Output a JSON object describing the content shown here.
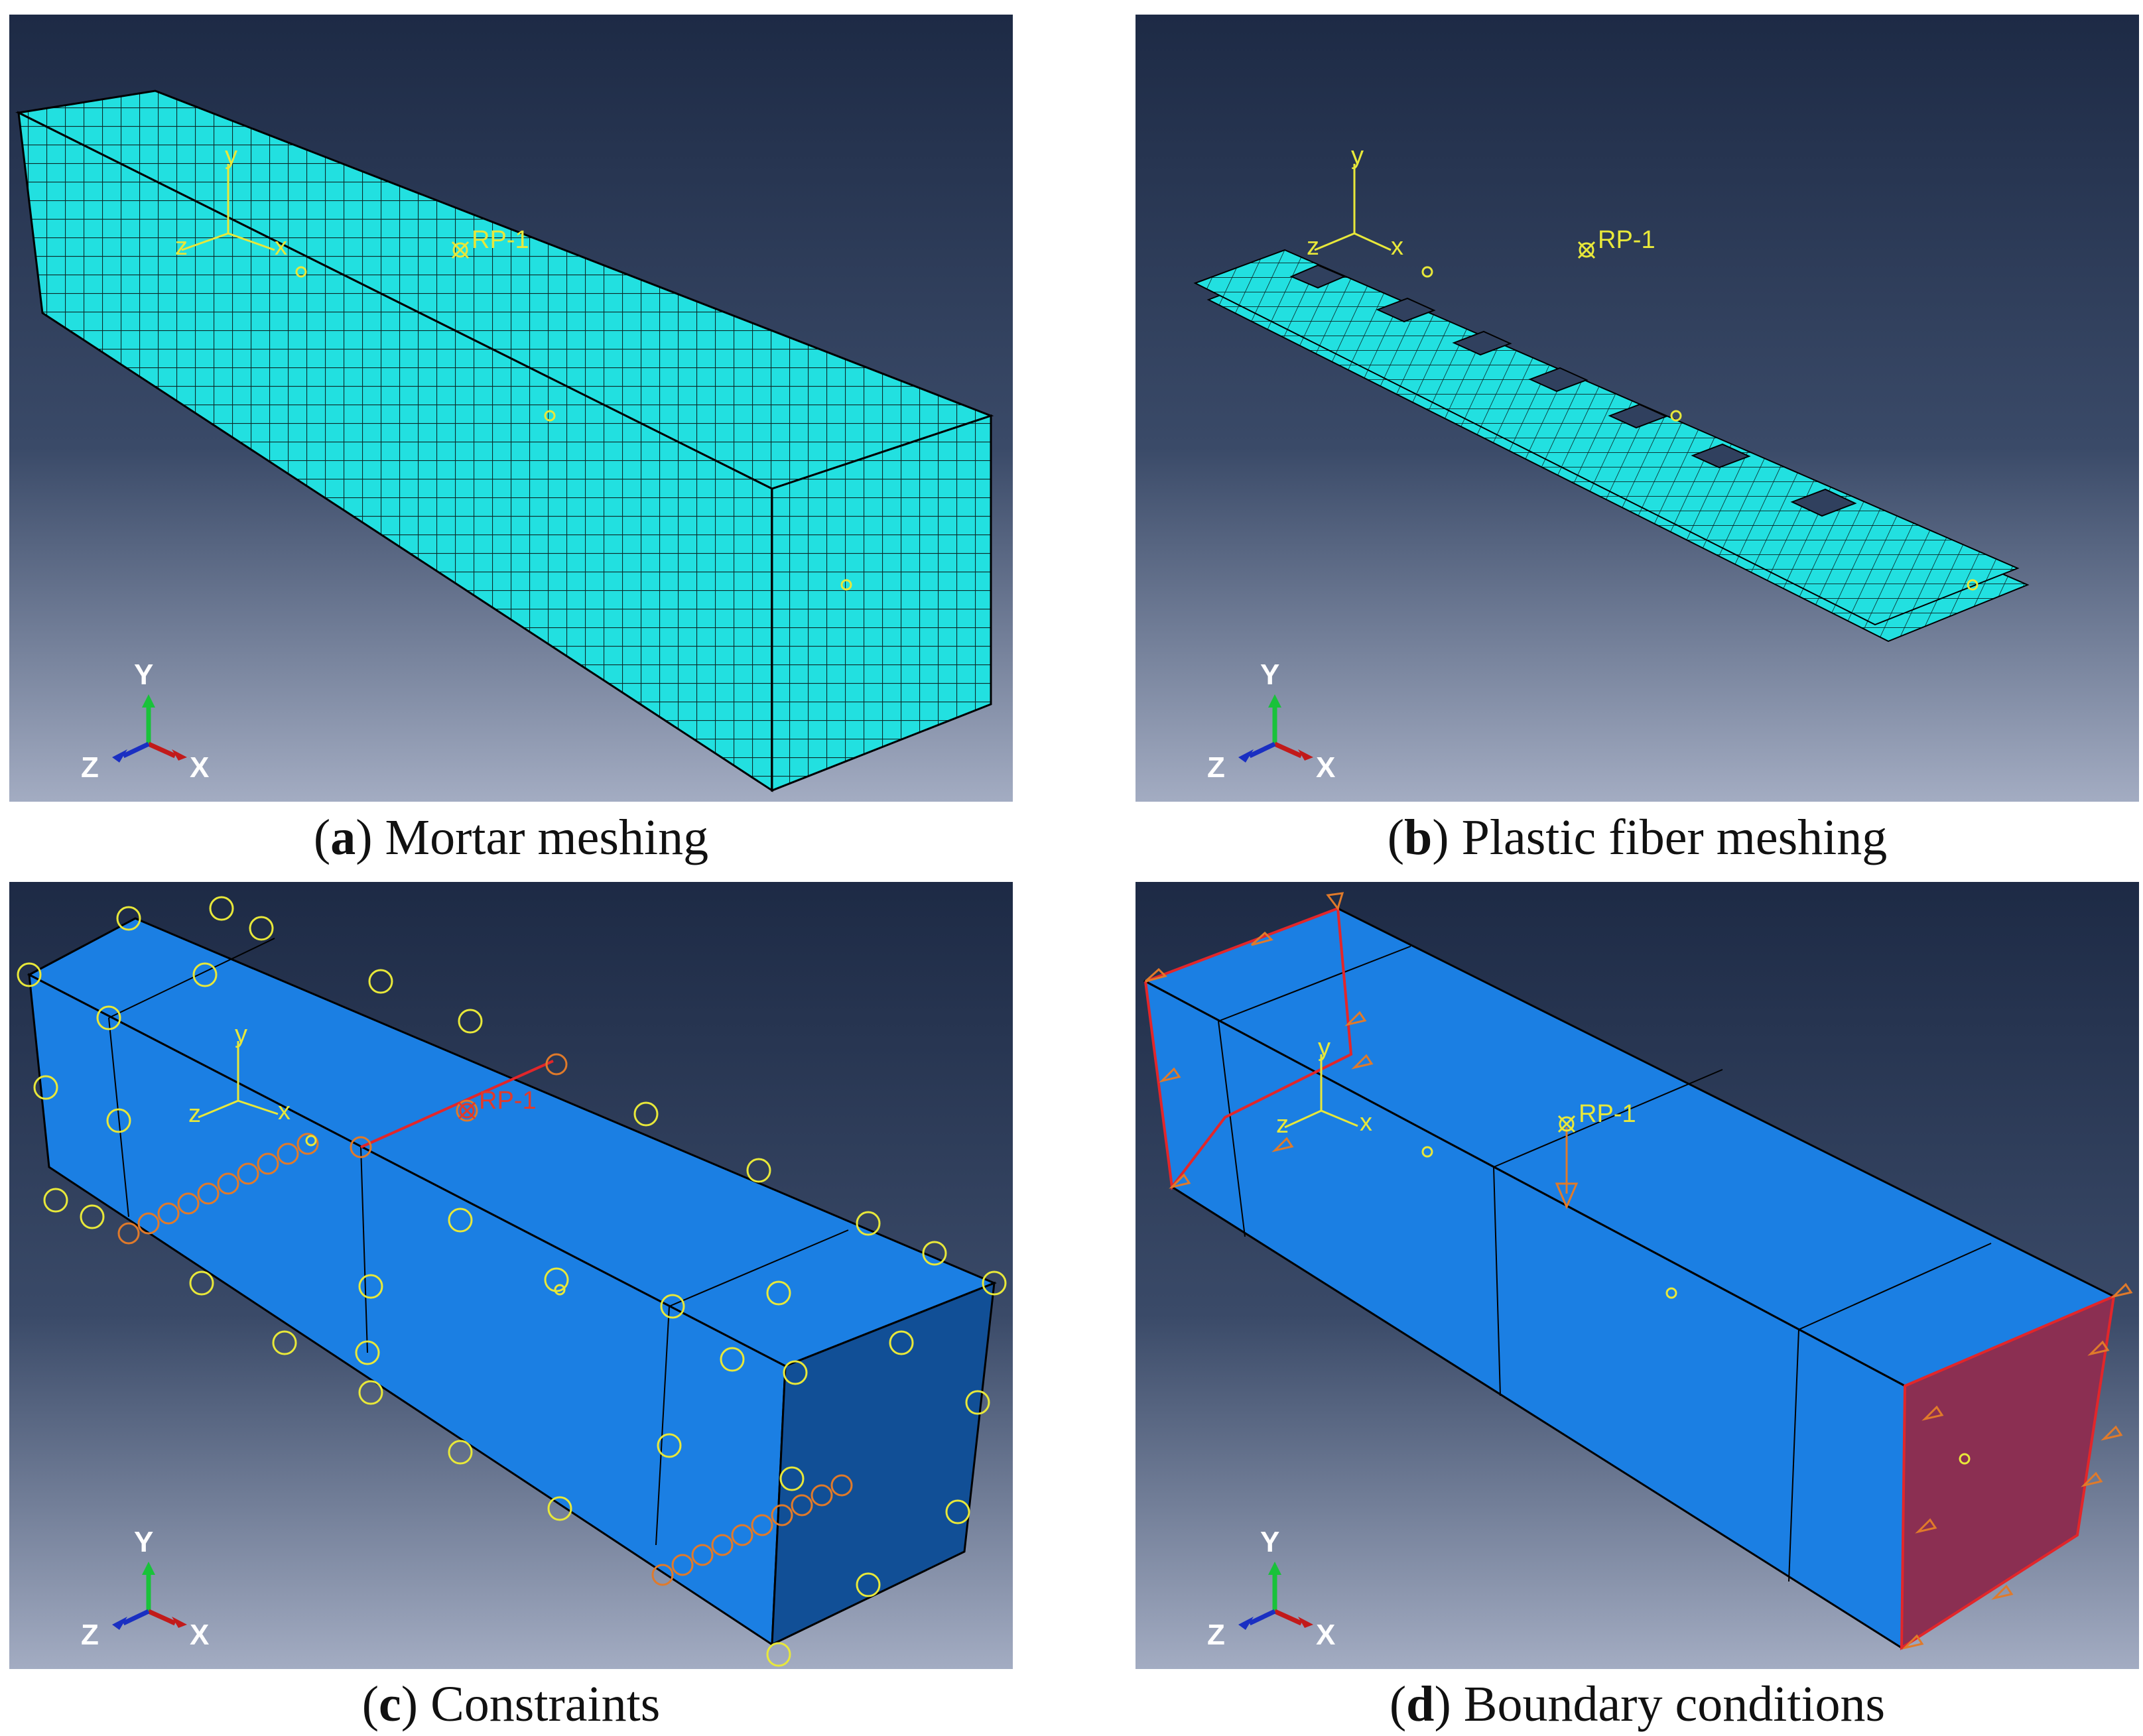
{
  "colors": {
    "viewport_top": "#1d2a45",
    "viewport_bottom": "#a3acc2",
    "mesh_fill": "#22e0e0",
    "solid_fill": "#1b7fe3",
    "solid_dark": "#114f96",
    "annotation": "#e8e83a",
    "constraint_orange": "#e07a2a",
    "bc_red": "#e2262a",
    "bc_face": "#8b2f52"
  },
  "panels": [
    {
      "id": "a",
      "letter": "a",
      "title": "Mortar meshing",
      "rp_label": "RP-1",
      "triad": {
        "y": "Y",
        "z": "Z",
        "x": "X"
      },
      "icon": "mesh-box"
    },
    {
      "id": "b",
      "letter": "b",
      "title": "Plastic fiber meshing",
      "rp_label": "RP-1",
      "triad": {
        "y": "Y",
        "z": "Z",
        "x": "X"
      },
      "icon": "mesh-strip"
    },
    {
      "id": "c",
      "letter": "c",
      "title": "Constraints",
      "rp_label": "RP-1",
      "triad": {
        "y": "Y",
        "z": "Z",
        "x": "X"
      },
      "icon": "solid-box"
    },
    {
      "id": "d",
      "letter": "d",
      "title": "Boundary conditions",
      "rp_label": "RP-1",
      "triad": {
        "y": "Y",
        "z": "Z",
        "x": "X"
      },
      "icon": "solid-box"
    }
  ]
}
